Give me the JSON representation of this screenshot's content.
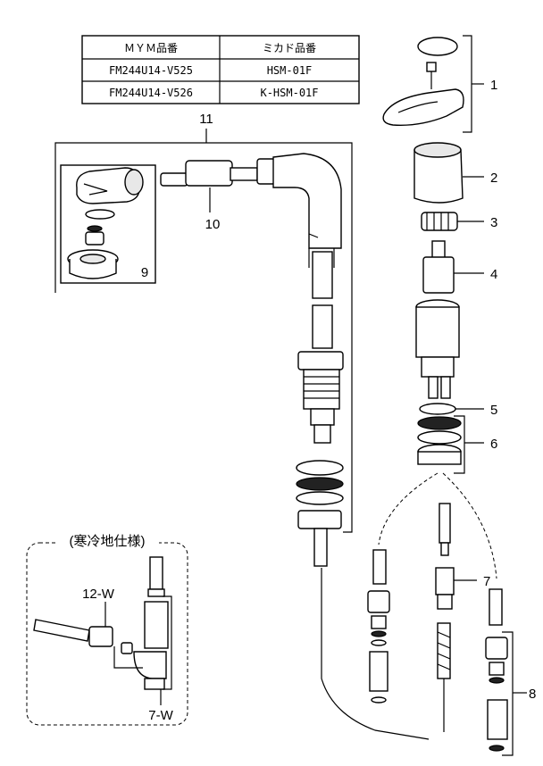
{
  "table": {
    "headers": [
      "ＭＹＭ品番",
      "ミカド品番"
    ],
    "rows": [
      [
        "FM244U14-V525",
        "HSM-01F"
      ],
      [
        "FM244U14-V526",
        "K-HSM-01F"
      ]
    ]
  },
  "labels": {
    "p1": "1",
    "p2": "2",
    "p3": "3",
    "p4": "4",
    "p5": "5",
    "p6": "6",
    "p7": "7",
    "p8": "8",
    "p9": "9",
    "p10": "10",
    "p11": "11",
    "p12w": "12-W",
    "p7w": "7-W"
  },
  "inset_title": "(寒冷地仕様)"
}
